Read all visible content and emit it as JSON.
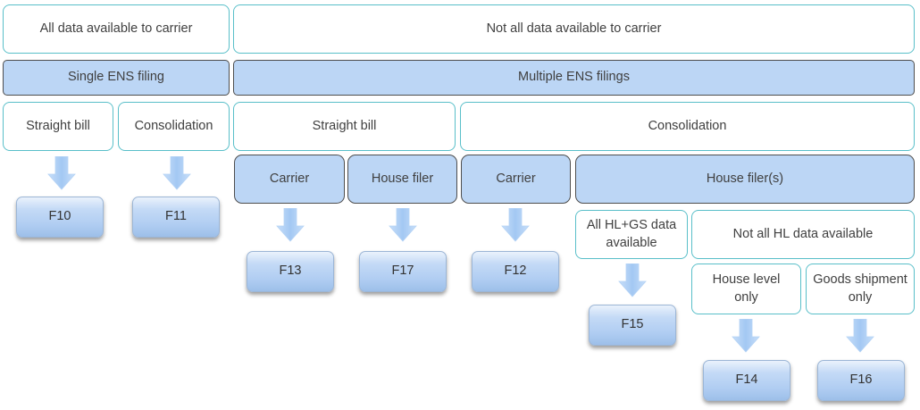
{
  "row_availability": {
    "all_data": "All data available to carrier",
    "not_all_data": "Not all data available to carrier"
  },
  "row_filing": {
    "single": "Single ENS filing",
    "multiple": "Multiple ENS filings"
  },
  "row_bill_type": {
    "single_straight": "Straight bill",
    "single_consolidation": "Consolidation",
    "multiple_straight": "Straight bill",
    "multiple_consolidation": "Consolidation"
  },
  "row_filer": {
    "straight_carrier": "Carrier",
    "straight_house_filer": "House filer",
    "consolidation_carrier": "Carrier",
    "consolidation_house_filers": "House filer(s)"
  },
  "row_house_data": {
    "all_hl_gs": "All HL+GS data available",
    "not_all_hl": "Not all HL data available"
  },
  "row_level": {
    "house_level": "House level only",
    "goods_shipment": "Goods shipment only"
  },
  "codes": {
    "f10": "F10",
    "f11": "F11",
    "f12": "F12",
    "f13": "F13",
    "f14": "F14",
    "f15": "F15",
    "f16": "F16",
    "f17": "F17"
  },
  "colors": {
    "outline_teal": "#59bfc9",
    "band_fill": "#bcd6f5",
    "arrow_fill": "#a9cdf6"
  }
}
